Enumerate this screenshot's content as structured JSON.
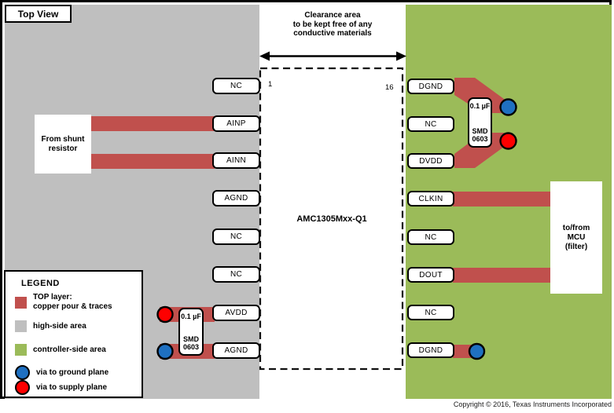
{
  "figure": {
    "title": "Top View",
    "chip_name": "AMC1305Mxx-Q1",
    "pin_number_first": "1",
    "pin_number_last": "16",
    "clearance_note": {
      "line1": "Clearance area",
      "line2": "to be kept free of any",
      "line3": "conductive materials"
    }
  },
  "pins": {
    "left": [
      "NC",
      "AINP",
      "AINN",
      "AGND",
      "NC",
      "NC",
      "AVDD",
      "AGND"
    ],
    "right": [
      "DGND",
      "NC",
      "DVDD",
      "CLKIN",
      "NC",
      "DOUT",
      "NC",
      "DGND"
    ]
  },
  "annotations": {
    "shunt": {
      "line1": "From shunt",
      "line2": "resistor"
    },
    "mcu": {
      "line1": "to/from",
      "line2": "MCU",
      "line3": "(filter)"
    }
  },
  "capacitors": {
    "left": {
      "value": "0.1 µF",
      "pkg_line1": "SMD",
      "pkg_line2": "0603"
    },
    "right": {
      "value": "0.1 µF",
      "pkg_line1": "SMD",
      "pkg_line2": "0603"
    }
  },
  "legend": {
    "title": "LEGEND",
    "top_layer_line1": "TOP layer:",
    "top_layer_line2": "copper pour & traces",
    "high_side": "high-side area",
    "controller_side": "controller-side area",
    "via_ground": "via to ground plane",
    "via_supply": "via to supply plane"
  },
  "footer": {
    "copyright": "Copyright © 2016, Texas Instruments Incorporated"
  },
  "colors": {
    "copper_trace": "#C0504D",
    "high_side_area": "#BFBFBF",
    "controller_side_area": "#9BBB59",
    "via_ground_blue": "#1F70C1",
    "via_supply_red": "#FE0000"
  }
}
